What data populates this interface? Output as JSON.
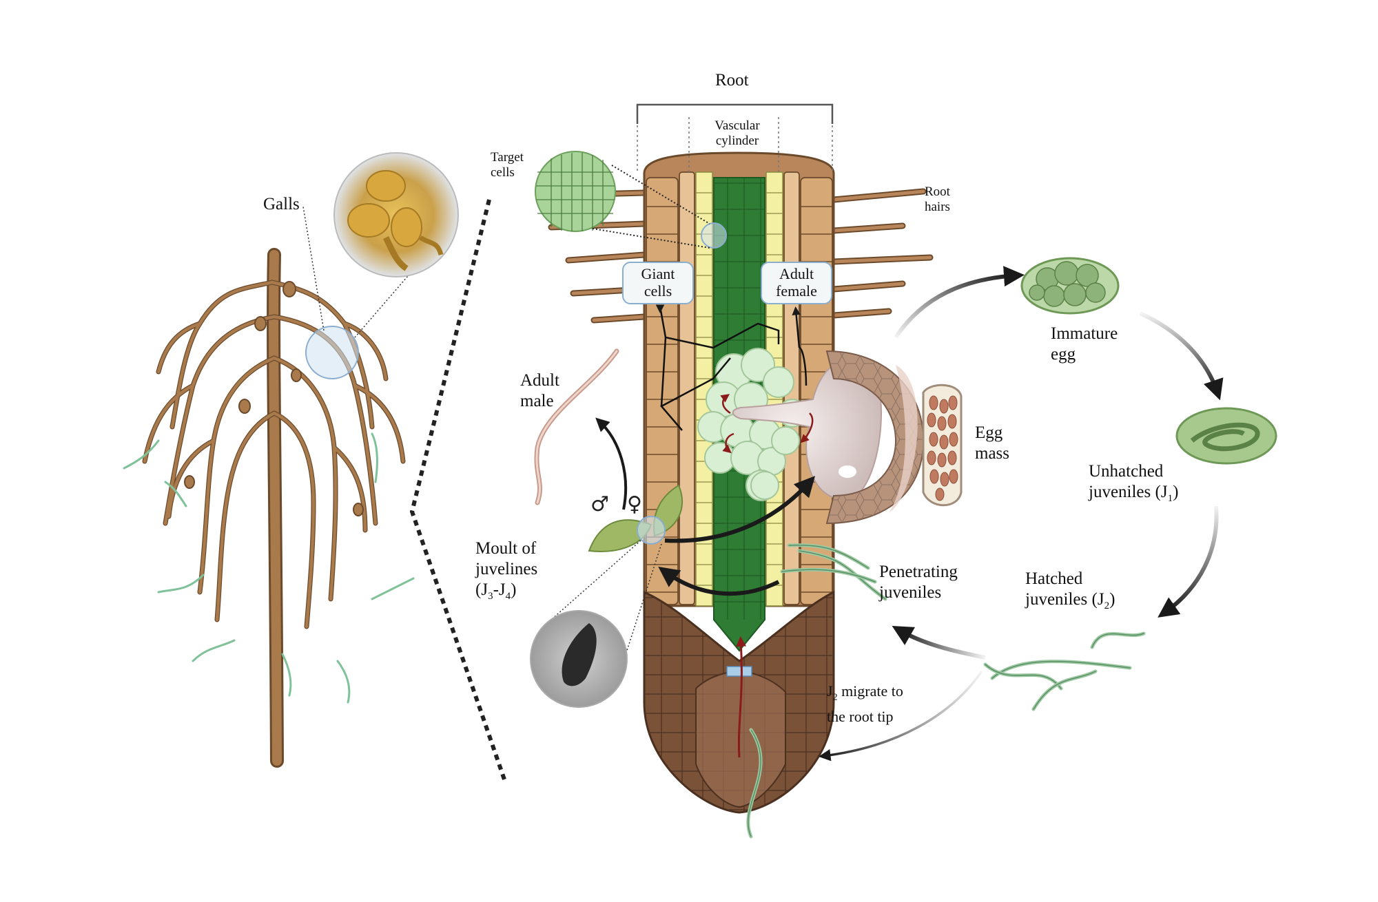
{
  "labels": {
    "galls": "Galls",
    "root": "Root",
    "vascular_cylinder": [
      "Vascular",
      "cylinder"
    ],
    "target_cells": [
      "Target",
      "cells"
    ],
    "root_hairs": [
      "Root",
      "hairs"
    ],
    "giant_cells": [
      "Giant",
      "cells"
    ],
    "adult_female": [
      "Adult",
      "female"
    ],
    "adult_male": [
      "Adult",
      "male"
    ],
    "moult_line1": "Moult of",
    "moult_line2": "juvelines",
    "moult_line3_pre": "(J",
    "moult_sub1": "3",
    "moult_mid": "-J",
    "moult_sub2": "4",
    "moult_post": ")",
    "penetrating": [
      "Penetrating",
      "juveniles"
    ],
    "egg_mass": [
      "Egg",
      "mass"
    ],
    "immature_egg": [
      "Immature",
      "egg"
    ],
    "unhatched_line1": "Unhatched",
    "unhatched_pre": "juveniles (J",
    "unhatched_sub": "1",
    "unhatched_post": ")",
    "hatched_line1": "Hatched",
    "hatched_pre": "juveniles (J",
    "hatched_sub": "2",
    "hatched_post": ")",
    "migrate_pre": "J",
    "migrate_sub": "2",
    "migrate_post": " migrate to",
    "migrate_line2": "the root tip",
    "male_symbol": "♂",
    "female_symbol": "♀"
  },
  "colors": {
    "root_brown": "#a97a4c",
    "cortex_tan": "#d6a875",
    "endodermis": "#f0e0a6",
    "pericycle": "#f3f0a4",
    "vascular_green": "#2f7d35",
    "cap_brown": "#7a5238",
    "giant_cell": "#d9efd4",
    "egg_green": "#8db37a",
    "nematode_green": "#9cc9a2",
    "arrow": "#1a1a1a",
    "box_border": "#8aaed0"
  }
}
